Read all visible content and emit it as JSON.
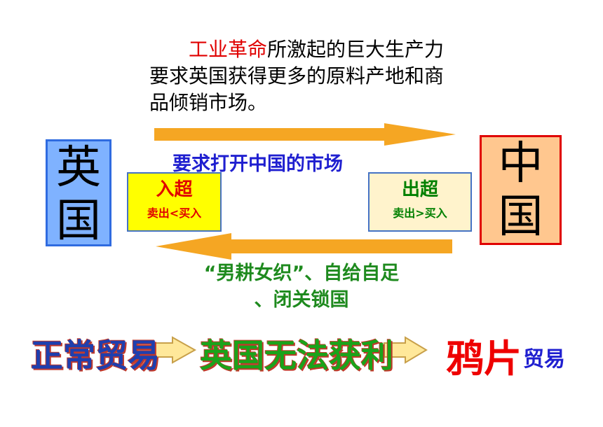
{
  "intro": {
    "highlight": "工业革命",
    "text": "所激起的巨大生产力要求英国获得更多的原料产地和商品倾销市场。"
  },
  "countries": {
    "britain": [
      "英",
      "国"
    ],
    "china": [
      "中",
      "国"
    ]
  },
  "demand": "要求打开中国的市场",
  "import_box": {
    "title": "入超",
    "formula": "卖出<买入"
  },
  "export_box": {
    "title": "出超",
    "formula": "卖出>买入"
  },
  "china_desc": {
    "line1": "“男耕女织”、自给自足",
    "line2": "、闭关锁国"
  },
  "flow": {
    "step1": "正常贸易",
    "step2": "英国无法获利",
    "step3_main": "鸦片",
    "step3_sub": "贸易"
  },
  "colors": {
    "arrow": "#f5a623",
    "britain_box": "#7fb2ff",
    "china_box": "#ffc78f"
  }
}
